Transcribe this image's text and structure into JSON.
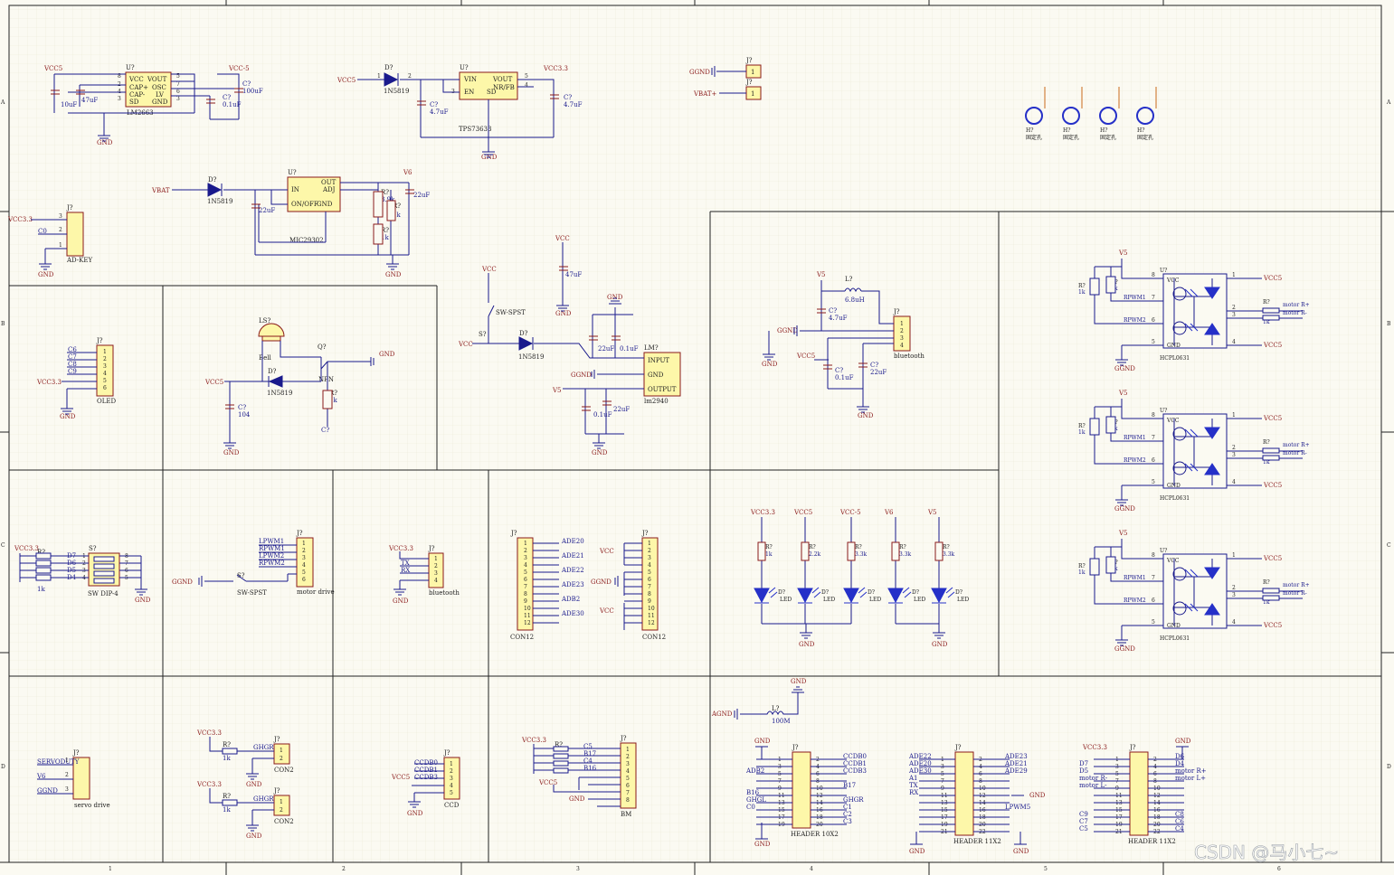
{
  "frame": {
    "cols": [
      "1",
      "2",
      "3",
      "4",
      "5",
      "6"
    ],
    "rows": [
      "A",
      "B",
      "C",
      "D"
    ]
  },
  "watermark": "CSDN @马小七~",
  "blocks": {
    "lm2663": {
      "chip": "U?",
      "part": "LM2663",
      "vcc5": "VCC5",
      "vccm5": "VCC-5",
      "pins_left": [
        "VCC",
        "CAP+",
        "CAP-",
        "SD"
      ],
      "pins_right": [
        "VOUT",
        "OSC",
        "LV",
        "GND"
      ],
      "nums_left": [
        "8",
        "2",
        "4",
        "3"
      ],
      "nums_right": [
        "5",
        "7",
        "6",
        "3"
      ],
      "c1": "10uF",
      "c2": "47uF",
      "c3": "0.1uF",
      "c4": "100uF",
      "cref": "C?",
      "gnd": "GND"
    },
    "tps": {
      "chip": "U?",
      "part": "TPS73633",
      "diode": "D?",
      "dpart": "1N5819",
      "vcc5": "VCC5",
      "vcc33": "VCC3.3",
      "pins_left": [
        "VIN",
        "EN"
      ],
      "pins_right": [
        "VOUT",
        "NR/FB"
      ],
      "sd": "SD",
      "c1": "4.7uF",
      "c2": "4.7uF",
      "cref": "C?",
      "gnd": "GND",
      "n1": "1",
      "n2": "2",
      "n3": "3",
      "n4": "4",
      "n5": "5"
    },
    "jtop": {
      "ref": "J?",
      "gnd": "GGND",
      "vbat": "VBAT+",
      "p1": "1"
    },
    "holes": {
      "ref": "H?",
      "label": "固定孔"
    },
    "mic": {
      "chip": "U?",
      "part": "MIC29302",
      "diode": "D?",
      "dpart": "1N5819",
      "vbat": "VBAT",
      "pins_left": [
        "IN",
        "ON/OFF"
      ],
      "pins_right": [
        "OUT",
        "ADJ",
        "GND"
      ],
      "v6": "V6",
      "c1": "22uF",
      "c2": "22uF",
      "r1": "3.9k",
      "r2": "1k",
      "r3": "1k",
      "rref": "R?",
      "cref": "C?",
      "gnd": "GND"
    },
    "adkey": {
      "ref": "J?",
      "name": "AD-KEY",
      "vcc": "VCC3.3",
      "net": "C0",
      "gnd": "GND",
      "pins": [
        "3",
        "2",
        "1"
      ]
    },
    "oled": {
      "ref": "J?",
      "name": "OLED",
      "nets": [
        "C6",
        "C7",
        "C8",
        "C9"
      ],
      "vcc": "VCC3.3",
      "gnd": "GND",
      "pins": [
        "1",
        "2",
        "3",
        "4",
        "5",
        "6"
      ]
    },
    "bell": {
      "ref": "LS?",
      "name": "Bell",
      "q": "Q?",
      "npn": "NPN",
      "d": "D?",
      "dpart": "1N5819",
      "vcc": "VCC5",
      "c": "104",
      "r": "1k",
      "rref": "R?",
      "cref": "C?",
      "gnd": "GND",
      "net": "C?"
    },
    "lm2940": {
      "sw": "SW-SPST",
      "s": "S?",
      "vcc": "VCC",
      "d": "D?",
      "dpart": "1N5819",
      "chip": "LM?",
      "part": "lm2940",
      "pins": [
        "INPUT",
        "GND",
        "OUTPUT"
      ],
      "c47": "47uF",
      "c22a": "22uF",
      "c01a": "0.1uF",
      "c01b": "0.1uF",
      "c22b": "22uF",
      "ggnd": "GGND",
      "v5": "V5",
      "gnd": "GND",
      "cref": "C?"
    },
    "bt_power": {
      "v5": "V5",
      "l": "L?",
      "lval": "6.8uH",
      "c1": "4.7uF",
      "c2": "0.1uF",
      "c3": "22uF",
      "jref": "J?",
      "name": "bluetooth",
      "ggnd": "GGND",
      "vcc5": "VCC5",
      "gnd": "GND",
      "cref": "C?",
      "pins": [
        "1",
        "2",
        "3",
        "4"
      ]
    },
    "hcpl": {
      "ref": "U?",
      "part": "HCPL0631",
      "v5": "V5",
      "vcc5": "VCC5",
      "ggnd": "GGND",
      "rpwm1": "RPWM1",
      "rpwm2": "RPWM2",
      "vcc": "VCC",
      "gnd": "GND",
      "r": "1k",
      "rref": "R?",
      "motorp": "motor R+",
      "motorm": "motor R-",
      "pins": [
        "8",
        "7",
        "6",
        "5",
        "1",
        "2",
        "3",
        "4"
      ]
    },
    "swdip": {
      "ref": "S?",
      "name": "SW DIP-4",
      "vcc": "VCC3.3",
      "nets": [
        "D7",
        "D6",
        "D5",
        "D4"
      ],
      "r": "1k",
      "rref": "R?",
      "gnd": "GND",
      "nl": [
        "1",
        "2",
        "3",
        "4"
      ],
      "nr": [
        "8",
        "7",
        "6",
        "5"
      ]
    },
    "motor": {
      "ref": "J?",
      "name": "motor drive",
      "nets": [
        "LPWM1",
        "RPWM1",
        "LPWM2",
        "RPWM2"
      ],
      "sw": "SW-SPST",
      "s": "S?",
      "ggnd": "GGND",
      "pins": [
        "1",
        "2",
        "3",
        "4",
        "5",
        "6"
      ]
    },
    "bt2": {
      "ref": "J?",
      "name": "bluetooth",
      "vcc": "VCC3.3",
      "nets": [
        "TX",
        "RX"
      ],
      "gnd": "GND",
      "pins": [
        "1",
        "2",
        "3",
        "4"
      ]
    },
    "con12a": {
      "ref": "J?",
      "name": "CON12",
      "nets": [
        "ADE20",
        "ADE21",
        "ADE22",
        "ADE23",
        "ADB2",
        "ADE30"
      ],
      "pins": [
        "1",
        "2",
        "3",
        "4",
        "5",
        "6",
        "7",
        "8",
        "9",
        "10",
        "11",
        "12"
      ]
    },
    "con12b": {
      "ref": "J?",
      "name": "CON12",
      "nets": [
        "VCC",
        "GGND",
        "VCC"
      ]
    },
    "leds": {
      "vccs": [
        "VCC3.3",
        "VCC5",
        "VCC-5",
        "V6",
        "V5"
      ],
      "rs": [
        "1k",
        "2.2k",
        "3.3k",
        "3.3k",
        "3.3k"
      ],
      "rref": "R?",
      "dref": "D?",
      "led": "LED",
      "gnd": "GND"
    },
    "servo": {
      "ref": "J?",
      "name": "servo drive",
      "nets": [
        "SERVODUTY",
        "V6",
        "GGND"
      ],
      "pins": [
        "1",
        "2",
        "3"
      ]
    },
    "con2": {
      "ref": "J?",
      "name": "CON2",
      "vcc": "VCC3.3",
      "r": "1k",
      "rref": "R?",
      "net": "GHGR",
      "gnd": "GND",
      "pins": [
        "1",
        "2"
      ]
    },
    "ccd": {
      "ref": "J?",
      "name": "CCD",
      "nets": [
        "CCDB0",
        "CCDB1",
        "CCDB3"
      ],
      "vcc": "VCC5",
      "gnd": "GND",
      "pins": [
        "1",
        "2",
        "3",
        "4",
        "5"
      ]
    },
    "bm": {
      "ref": "J?",
      "name": "BM",
      "vcc33": "VCC3.3",
      "vcc5": "VCC5",
      "nets": [
        "C5",
        "B17",
        "C4",
        "B16"
      ],
      "gnd": "GND",
      "rref": "R?",
      "pins": [
        "1",
        "2",
        "3",
        "4",
        "5",
        "6",
        "7",
        "8"
      ]
    },
    "agnd": {
      "net": "AGND",
      "l": "L?",
      "lval": "100M",
      "gnd": "GND"
    },
    "hdr10": {
      "ref": "J?",
      "name": "HEADER 10X2",
      "gnd": "GND",
      "left": [
        "",
        "",
        "ADB2",
        "",
        "",
        "B16",
        "GHGL",
        "C0",
        "",
        ""
      ],
      "right": [
        "CCDB0",
        "CCDB1",
        "CCDB3",
        "",
        "B17",
        "",
        "GHGR",
        "C1",
        "C2",
        "C3"
      ]
    },
    "hdr11a": {
      "ref": "J?",
      "name": "HEADER 11X2",
      "gnd": "GND",
      "left": [
        "ADE22",
        "ADE20",
        "ADE30",
        "A1",
        "TX",
        "RX",
        "",
        "",
        "",
        "",
        ""
      ],
      "right": [
        "ADE23",
        "ADE21",
        "ADE29",
        "",
        "",
        "",
        "",
        "LPWM5",
        "",
        "",
        ""
      ]
    },
    "hdr11b": {
      "ref": "J?",
      "name": "HEADER 11X2",
      "vcc": "VCC3.3",
      "gnd": "GND",
      "left": [
        "",
        "D7",
        "D5",
        "motor R-",
        "motor L-",
        "",
        "",
        "",
        "C9",
        "C7",
        "C5"
      ],
      "right": [
        "D6",
        "D4",
        "motor R+",
        "motor L+",
        "",
        "",
        "",
        "",
        "C8",
        "C6",
        "C4"
      ]
    }
  }
}
